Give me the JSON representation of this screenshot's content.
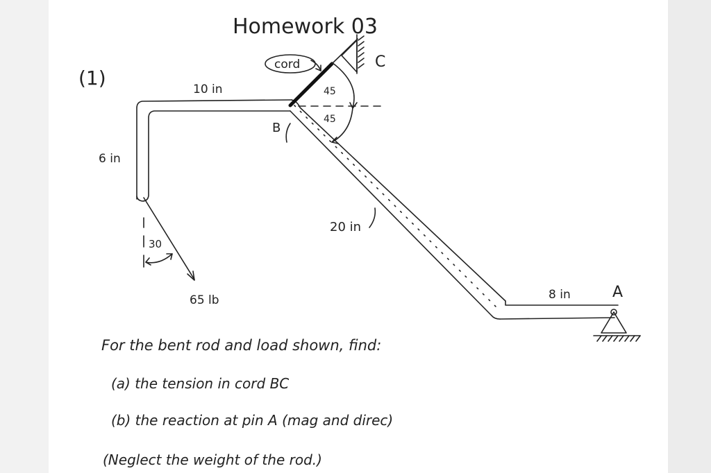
{
  "title": "Homework 03",
  "problem_number": "(1)",
  "labels": {
    "cord": "cord",
    "point_c": "C",
    "point_b": "B",
    "point_a": "A",
    "len_top": "10 in",
    "len_left": "6 in",
    "len_diag": "20 in",
    "len_bottom": "8 in",
    "angle_top": "45",
    "angle_bottom": "45",
    "angle_load": "30",
    "load": "65 lb"
  },
  "questions": {
    "intro": "For the bent rod and load shown, find:",
    "a": "(a) the tension in cord BC",
    "b": "(b) the reaction at pin A (mag and direc)",
    "note": "(Neglect the weight of the rod.)"
  }
}
